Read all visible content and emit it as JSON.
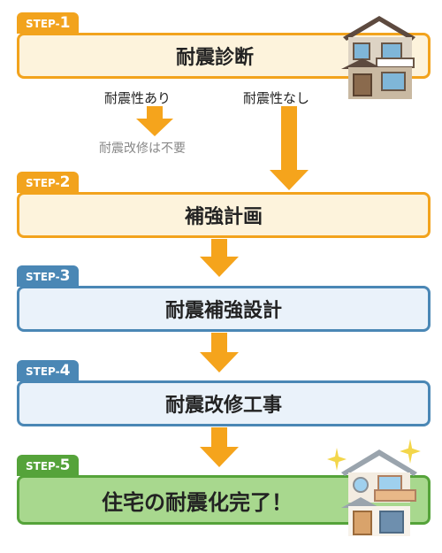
{
  "steps": [
    {
      "tab_prefix": "STEP-",
      "tab_num": "1",
      "title": "耐震診断"
    },
    {
      "tab_prefix": "STEP-",
      "tab_num": "2",
      "title": "補強計画"
    },
    {
      "tab_prefix": "STEP-",
      "tab_num": "3",
      "title": "耐震補強設計"
    },
    {
      "tab_prefix": "STEP-",
      "tab_num": "4",
      "title": "耐震改修工事"
    },
    {
      "tab_prefix": "STEP-",
      "tab_num": "5",
      "title": "住宅の耐震化完了！"
    }
  ],
  "branch": {
    "left_label": "耐震性あり",
    "left_result": "耐震改修は不要",
    "right_label": "耐震性なし"
  },
  "colors": {
    "orange": "#f2a31d",
    "blue": "#4a87b5",
    "green": "#55a33a",
    "arrow": "#f5a41c"
  },
  "icons": [
    "house-icon",
    "new-house-icon",
    "sparkle-icon"
  ]
}
